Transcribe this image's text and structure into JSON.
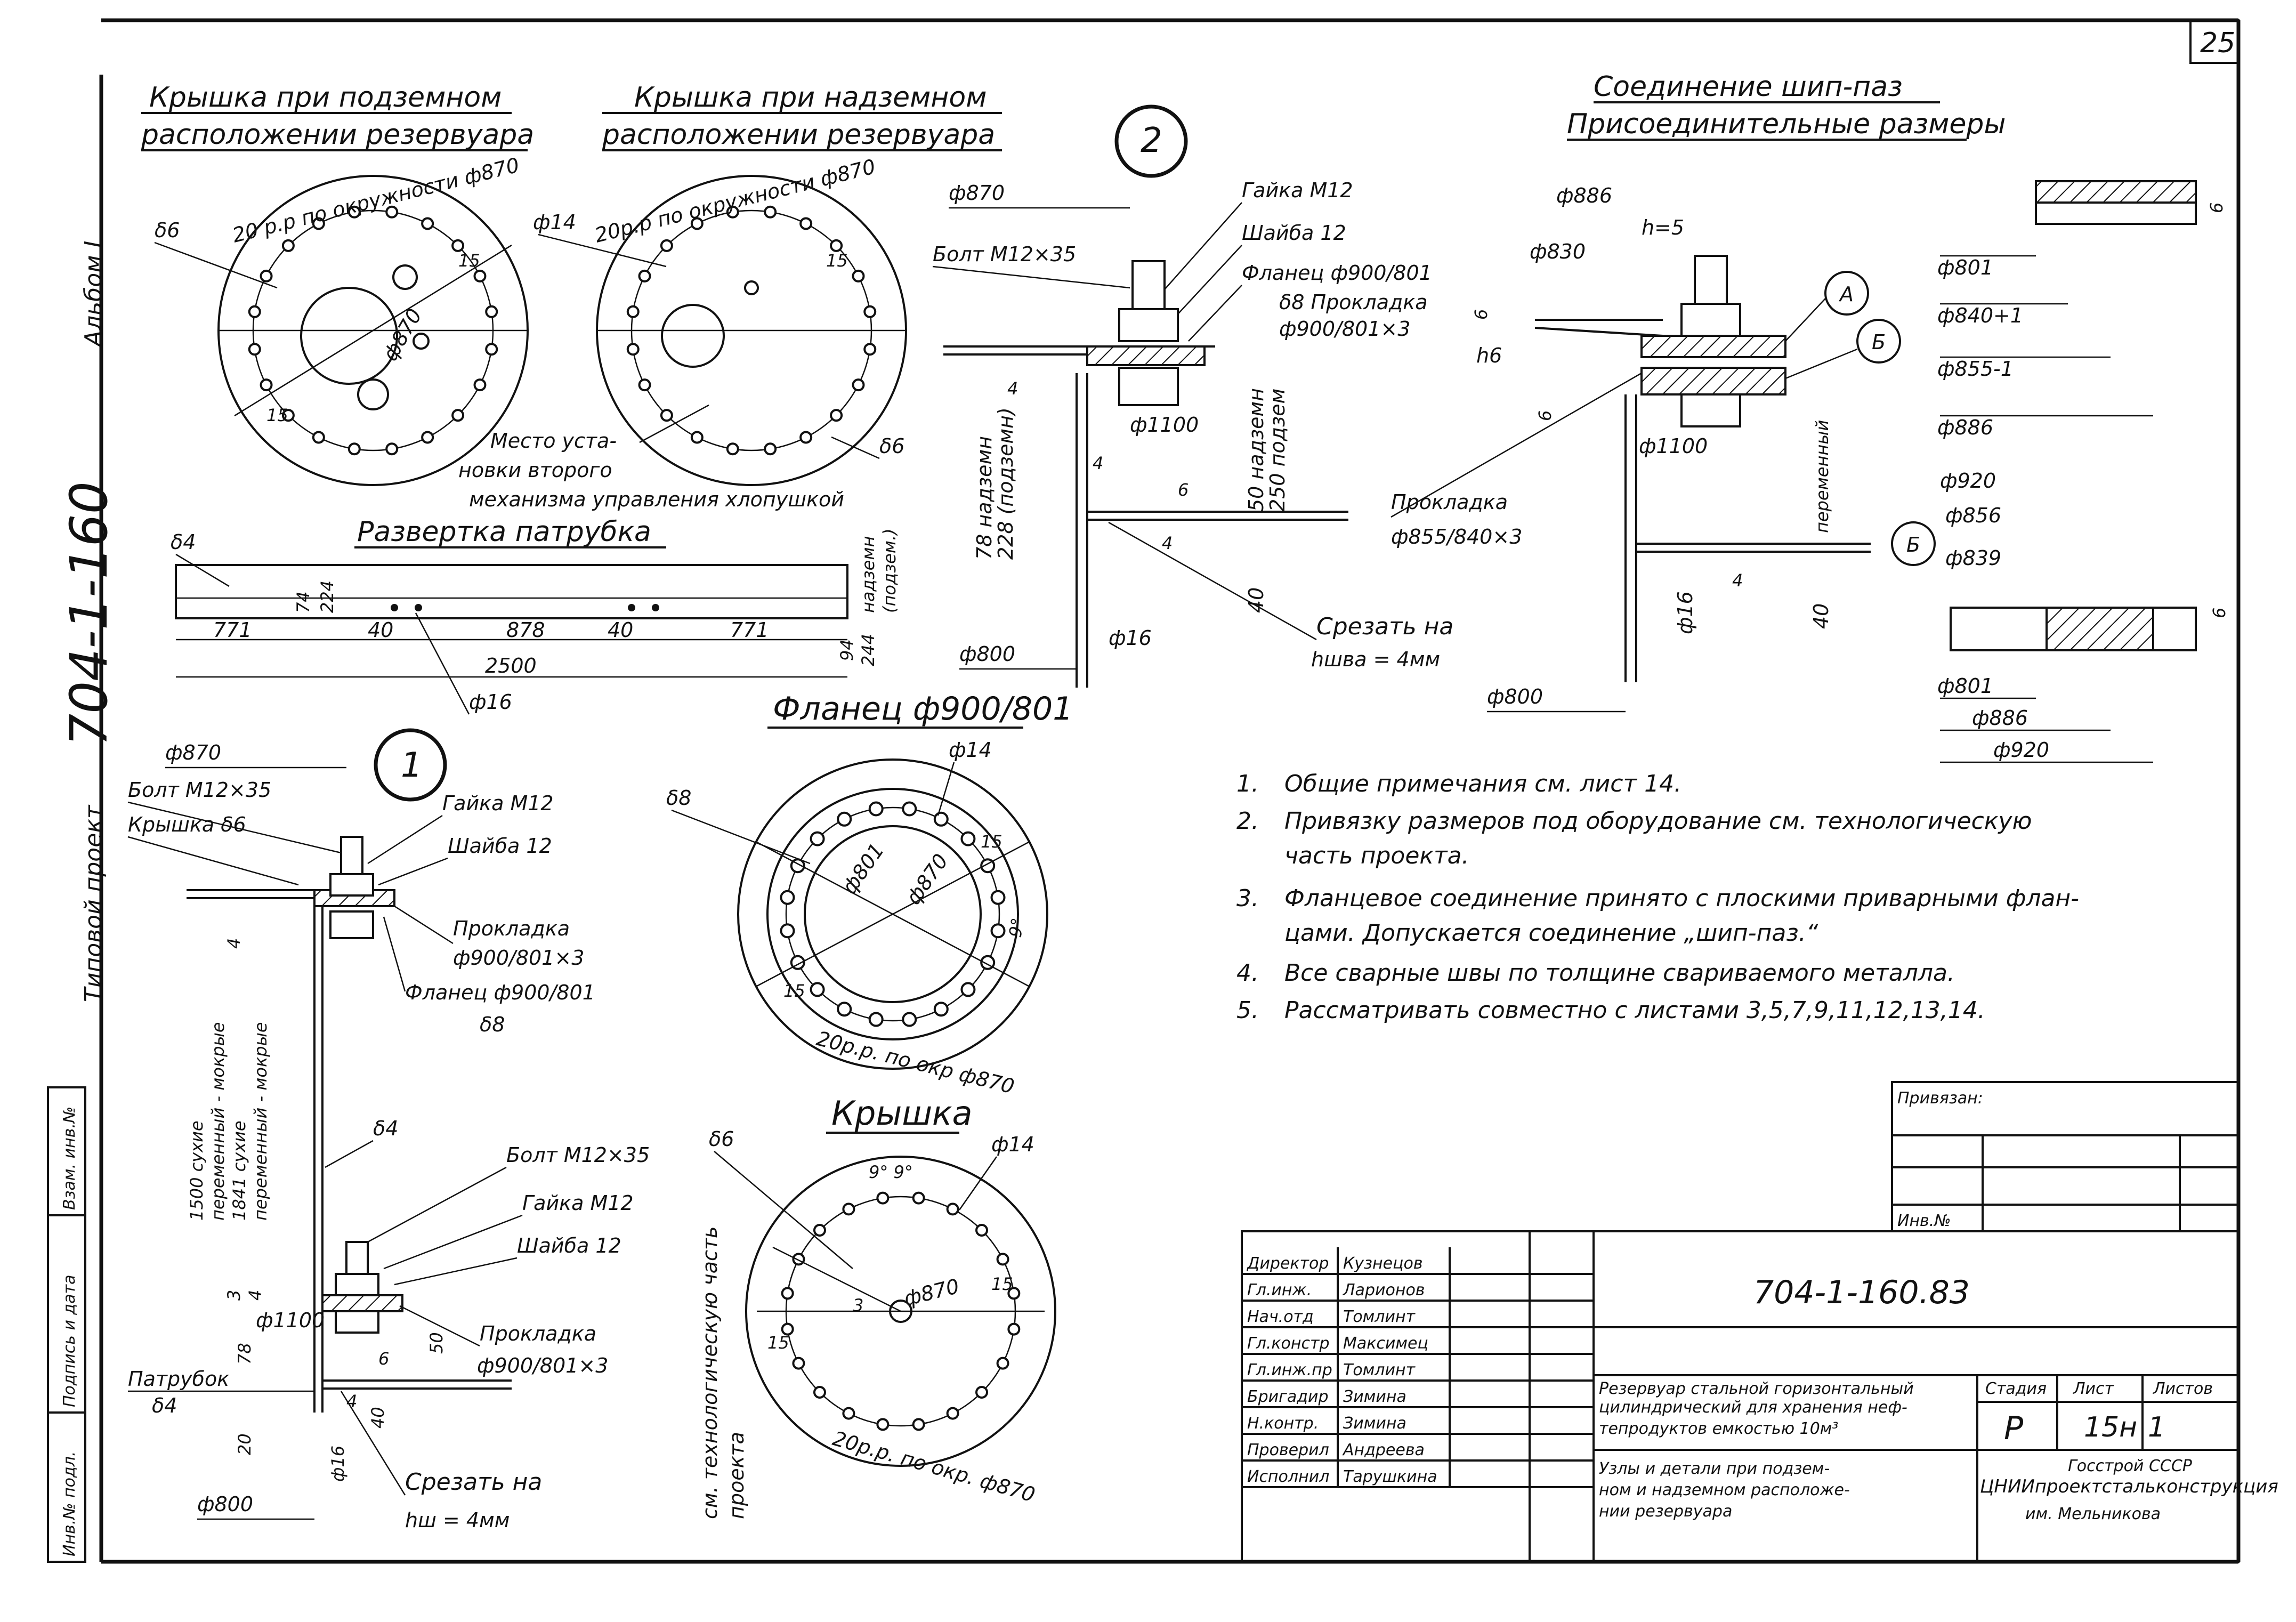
{
  "sheet": {
    "number": "25"
  },
  "side_labels": {
    "album": "Альбом I",
    "project_number": "704-1-160",
    "typical_project": "Типовой проект"
  },
  "cover_underground": {
    "title_line1": "Крышка при подземном",
    "title_line2": "расположении резервуара",
    "holes": "20 р.р по окружности ф870",
    "thickness": "δ6",
    "d870": "ф870",
    "dim15a": "15",
    "dim15b": "15"
  },
  "cover_aboveground": {
    "title_line1": "Крышка при надземном",
    "title_line2": "расположении резервуара",
    "holes": "20р.р по окружности ф870",
    "d14": "ф14",
    "dim15": "15",
    "thickness": "δ6",
    "note_line1": "Место уста-",
    "note_line2": "новки второго",
    "note_line3": "механизма управления хлопушкой"
  },
  "nozzle_development": {
    "title": "Развертка патрубка",
    "thickness": "δ4",
    "d16": "ф16",
    "dims": [
      "771",
      "40",
      "878",
      "40",
      "771"
    ],
    "total": "2500",
    "h74": "74",
    "h224": "224",
    "h94": "94",
    "h244": "244",
    "label_above": "надземн",
    "label_under": "(подзем.)"
  },
  "node2": {
    "marker": "2",
    "d870": "ф870",
    "bolt": "Болт М12×35",
    "nut": "Гайка М12",
    "washer": "Шайба 12",
    "flange": "Фланец ф900/801",
    "gasket_line1": "δ8 Прокладка",
    "gasket_line2": "ф900/801×3",
    "d1100": "ф1100",
    "dim4a": "4",
    "dim4b": "4",
    "dim4c": "4",
    "dim6": "6",
    "h78": "78 надземн",
    "h228": "228 (подземн)",
    "h50": "50 надземн",
    "h250": "250 подзем",
    "d16": "ф16",
    "dim40": "40",
    "d800": "ф800",
    "cut_line1": "Срезать на",
    "cut_line2": "hшва = 4мм"
  },
  "tongue_groove": {
    "title_line1": "Соединение шип-паз",
    "title_line2": "Присоединительные размеры",
    "d886": "ф886",
    "d830": "ф830",
    "h5": "h=5",
    "h6": "h6",
    "dim6a": "6",
    "dim6b": "6",
    "markerA": "А",
    "markerB": "Б",
    "d1100": "ф1100",
    "gasket_line1": "Прокладка",
    "gasket_line2": "ф855/840×3",
    "variable": "переменный",
    "d16": "ф16",
    "dim4": "4",
    "dim40": "40",
    "d800": "ф800"
  },
  "detail_AB": {
    "dim6a": "6",
    "dim6b": "6",
    "markerB": "Б",
    "top": [
      "ф801",
      "ф840+1",
      "ф855-1",
      "ф886"
    ],
    "mid": [
      "ф920",
      "ф856",
      "ф839"
    ],
    "bottom": [
      "ф801",
      "ф886",
      "ф920"
    ]
  },
  "node1": {
    "marker": "1",
    "d870": "ф870",
    "bolt": "Болт М12×35",
    "cover": "Крышка δ6",
    "nut": "Гайка М12",
    "washer": "Шайба 12",
    "gasket_line1": "Прокладка",
    "gasket_line2": "ф900/801×3",
    "flange": "Фланец ф900/801",
    "thk8": "δ8",
    "thk4": "δ4",
    "dim4": "4",
    "v1": "1500 сухие",
    "v2": "переменный - мокрые",
    "v3": "1841 сухие",
    "v4": "переменный - мокрые",
    "bolt2": "Болт М12×35",
    "nut2": "Гайка М12",
    "washer2": "Шайба 12",
    "d1100": "ф1100",
    "gasket2_line1": "Прокладка",
    "gasket2_line2": "ф900/801×3",
    "nozzle": "Патрубок",
    "nozzle_thk": "δ4",
    "dim3": "3",
    "dim4b": "4",
    "dim78": "78",
    "dim6": "6",
    "dim4c": "4",
    "dim50": "50",
    "dim40": "40",
    "dim20": "20",
    "d16": "ф16",
    "d800": "ф800",
    "cut_line1": "Срезать на",
    "cut_line2": "hш = 4мм"
  },
  "flange": {
    "title": "Фланец ф900/801",
    "thickness": "δ8",
    "d14": "ф14",
    "d801": "ф801",
    "d870": "ф870",
    "dim15a": "15",
    "dim15b": "15",
    "angle": "9°",
    "holes": "20р.р. по окр ф870"
  },
  "cover": {
    "title": "Крышка",
    "thickness": "δ6",
    "d14": "ф14",
    "angles": "9° 9°",
    "d870": "ф870",
    "dim15a": "15",
    "dim15b": "15",
    "dim3": "3",
    "holes": "20р.р. по окр. ф870",
    "side_line1": "см. технологическую часть",
    "side_line2": "проекта"
  },
  "notes": [
    {
      "n": "1.",
      "text": "Общие примечания см. лист 14."
    },
    {
      "n": "2.",
      "text": "Привязку размеров под оборудование см. технологическую"
    },
    {
      "n": "",
      "text": "часть проекта."
    },
    {
      "n": "3.",
      "text": "Фланцевое соединение принято с плоскими приварными флан-"
    },
    {
      "n": "",
      "text": "цами. Допускается соединение „шип-паз.“"
    },
    {
      "n": "4.",
      "text": "Все сварные швы по толщине свариваемого металла."
    },
    {
      "n": "5.",
      "text": "Рассматривать совместно с листами 3,5,7,9,11,12,13,14."
    }
  ],
  "binding": {
    "label": "Привязан:",
    "inv": "Инв.№"
  },
  "title_block": {
    "code": "704-1-160.83",
    "roles": [
      {
        "role": "Директор",
        "name": "Кузнецов"
      },
      {
        "role": "Гл.инж.",
        "name": "Ларионов"
      },
      {
        "role": "Нач.отд",
        "name": "Томлинт"
      },
      {
        "role": "Гл.констр",
        "name": "Максимец"
      },
      {
        "role": "Гл.инж.пр",
        "name": "Томлинт"
      },
      {
        "role": "Бригадир",
        "name": "Зимина"
      },
      {
        "role": "Н.контр.",
        "name": "Зимина"
      },
      {
        "role": "Проверил",
        "name": "Андреева"
      },
      {
        "role": "Исполнил",
        "name": "Тарушкина"
      }
    ],
    "desc1_line1": "Резервуар стальной горизонтальный",
    "desc1_line2": "цилиндрический для хранения неф-",
    "desc1_line3": "тепродуктов емкостью 10м³",
    "desc2_line1": "Узлы и детали при подзем-",
    "desc2_line2": "ном и надземном расположе-",
    "desc2_line3": "нии резервуара",
    "stage_h": "Стадия",
    "sheet_h": "Лист",
    "sheets_h": "Листов",
    "stage": "Р",
    "sheet": "15н",
    "sheets": "1",
    "org_line1": "Госстрой СССР",
    "org_line2": "ЦНИИпроектстальконструкция",
    "org_line3": "им. Мельникова"
  },
  "left_strip": {
    "c1": "Инв.№ подл.",
    "c2": "Подпись и дата",
    "c3": "Взам. инв.№"
  }
}
